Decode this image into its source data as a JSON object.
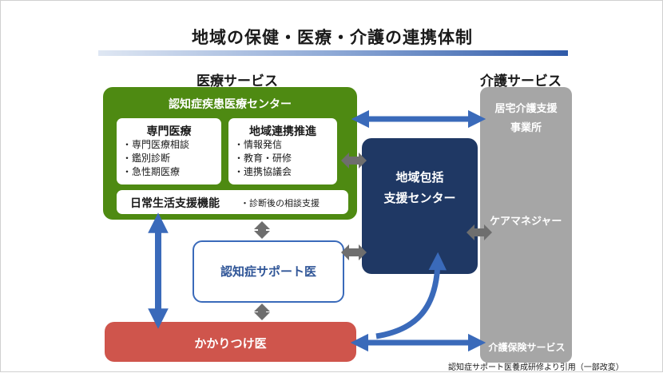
{
  "title": "地域の保健・医療・介護の連携体制",
  "medical_label": "医療サービス",
  "care_label": "介護サービス",
  "dementia_center": {
    "title": "認知症疾患医療センター",
    "specialized": {
      "title": "専門医療",
      "items": [
        "・専門医療相談",
        "・鑑別診断",
        "・急性期医療"
      ]
    },
    "regional": {
      "title": "地域連携推進",
      "items": [
        "・情報発信",
        "・教育・研修",
        "・連携協議会"
      ]
    },
    "daily": {
      "title": "日常生活支援機能",
      "desc": "・診断後の相談支援"
    }
  },
  "community_center": {
    "line1": "地域包括",
    "line2": "支援センター"
  },
  "support_doctor": "認知症サポート医",
  "family_doctor": "かかりつけ医",
  "care_services": {
    "line1": "居宅介護支援",
    "line2": "事業所",
    "care_manager": "ケアマネジャー",
    "insurance": "介護保険サービス"
  },
  "footer": "認知症サポート医養成研修より引用（一部改変）",
  "colors": {
    "green": "#4e8a12",
    "navy": "#1f3864",
    "gray": "#a6a6a6",
    "red": "#cf554c",
    "blue_arrow": "#3a6aba",
    "gray_arrow": "#6e6e6e"
  }
}
